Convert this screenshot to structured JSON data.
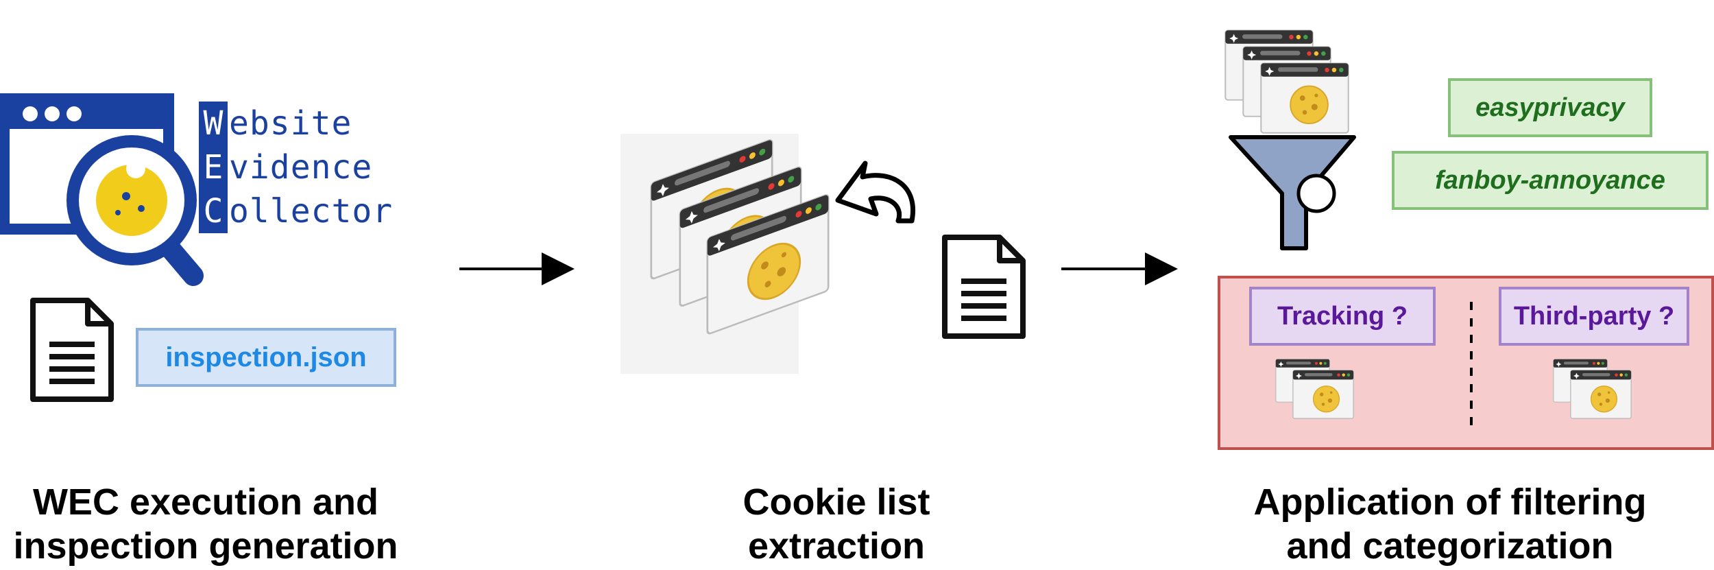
{
  "wec_logo": {
    "lines": [
      {
        "letter": "W",
        "rest": "ebsite"
      },
      {
        "letter": "E",
        "rest": "vidence"
      },
      {
        "letter": "C",
        "rest": "ollector"
      }
    ]
  },
  "inspection_file": {
    "label": "inspection.json"
  },
  "filters": {
    "easyprivacy": "easyprivacy",
    "fanboy": "fanboy-annoyance"
  },
  "categories": {
    "tracking": "Tracking ?",
    "third_party": "Third-party ?"
  },
  "captions": {
    "step1_line1": "WEC execution and",
    "step1_line2": "inspection generation",
    "step2_line1": "Cookie list",
    "step2_line2": "extraction",
    "step3_line1": "Application of filtering",
    "step3_line2": "and categorization"
  },
  "colors": {
    "wec_blue": "#1a40a0",
    "json_blue": "#1e88e5",
    "filter_green": "#1e6e1e",
    "category_purple": "#5a189a",
    "panel_red": "#f6cccc"
  }
}
